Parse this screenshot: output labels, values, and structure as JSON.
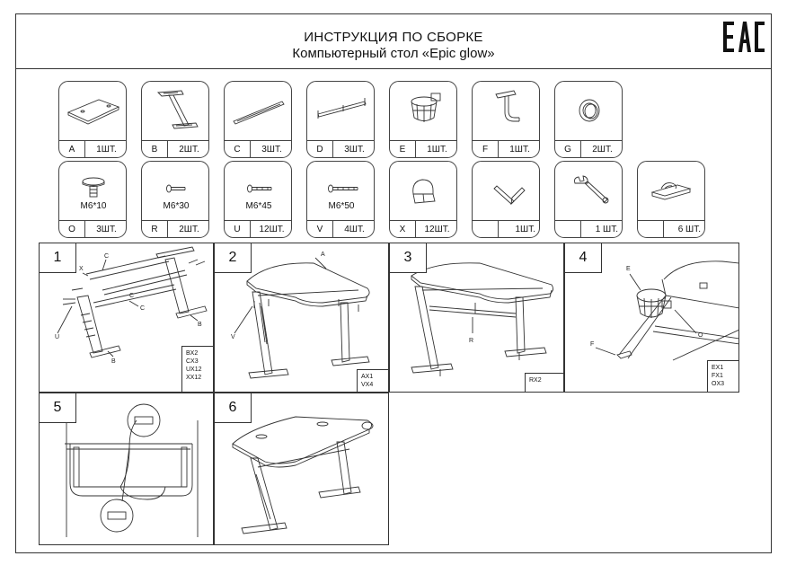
{
  "header": {
    "title": "ИНСТРУКЦИЯ ПО СБОРКЕ",
    "subtitle": "Компьютерный стол «Epic glow»",
    "cert_mark": "EAC"
  },
  "parts_row1": [
    {
      "letter": "A",
      "qty": "1ШТ.",
      "icon": "tabletop-icon"
    },
    {
      "letter": "B",
      "qty": "2ШТ.",
      "icon": "z-leg-icon"
    },
    {
      "letter": "C",
      "qty": "3ШТ.",
      "icon": "crossbar-icon"
    },
    {
      "letter": "D",
      "qty": "3ШТ.",
      "icon": "support-bar-icon"
    },
    {
      "letter": "E",
      "qty": "1ШТ.",
      "icon": "cup-holder-icon"
    },
    {
      "letter": "F",
      "qty": "1ШТ.",
      "icon": "headphone-hook-icon"
    },
    {
      "letter": "G",
      "qty": "2ШТ.",
      "icon": "grommet-icon"
    }
  ],
  "parts_row2": [
    {
      "letter": "O",
      "qty": "3ШТ.",
      "size": "M6*10",
      "icon": "short-bolt-icon"
    },
    {
      "letter": "R",
      "qty": "2ШТ.",
      "size": "M6*30",
      "icon": "bolt-icon"
    },
    {
      "letter": "U",
      "qty": "12ШТ.",
      "size": "M6*45",
      "icon": "bolt-icon"
    },
    {
      "letter": "V",
      "qty": "4ШТ.",
      "size": "M6*50",
      "icon": "long-bolt-icon"
    },
    {
      "letter": "X",
      "qty": "12ШТ.",
      "size": "",
      "icon": "cap-nut-icon"
    },
    {
      "letter": "",
      "qty": "1ШТ.",
      "size": "",
      "icon": "allen-key-icon"
    },
    {
      "letter": "",
      "qty": "1 ШТ.",
      "size": "",
      "icon": "wrench-icon"
    },
    {
      "letter": "",
      "qty": "6 ШТ.",
      "size": "",
      "icon": "cable-clip-icon"
    }
  ],
  "steps": [
    {
      "number": "1",
      "callouts": [
        "C",
        "X",
        "C",
        "C",
        "B",
        "U",
        "B"
      ],
      "bom": [
        "BX2",
        "CX3",
        "UX12",
        "XX12"
      ]
    },
    {
      "number": "2",
      "callouts": [
        "A",
        "V"
      ],
      "bom": [
        "AX1",
        "VX4"
      ]
    },
    {
      "number": "3",
      "callouts": [
        "R"
      ],
      "bom": [
        "RX2"
      ]
    },
    {
      "number": "4",
      "callouts": [
        "E",
        "F",
        "O"
      ],
      "bom": [
        "EX1",
        "FX1",
        "OX3"
      ]
    },
    {
      "number": "5",
      "callouts": [],
      "bom": []
    },
    {
      "number": "6",
      "callouts": [],
      "bom": []
    }
  ]
}
